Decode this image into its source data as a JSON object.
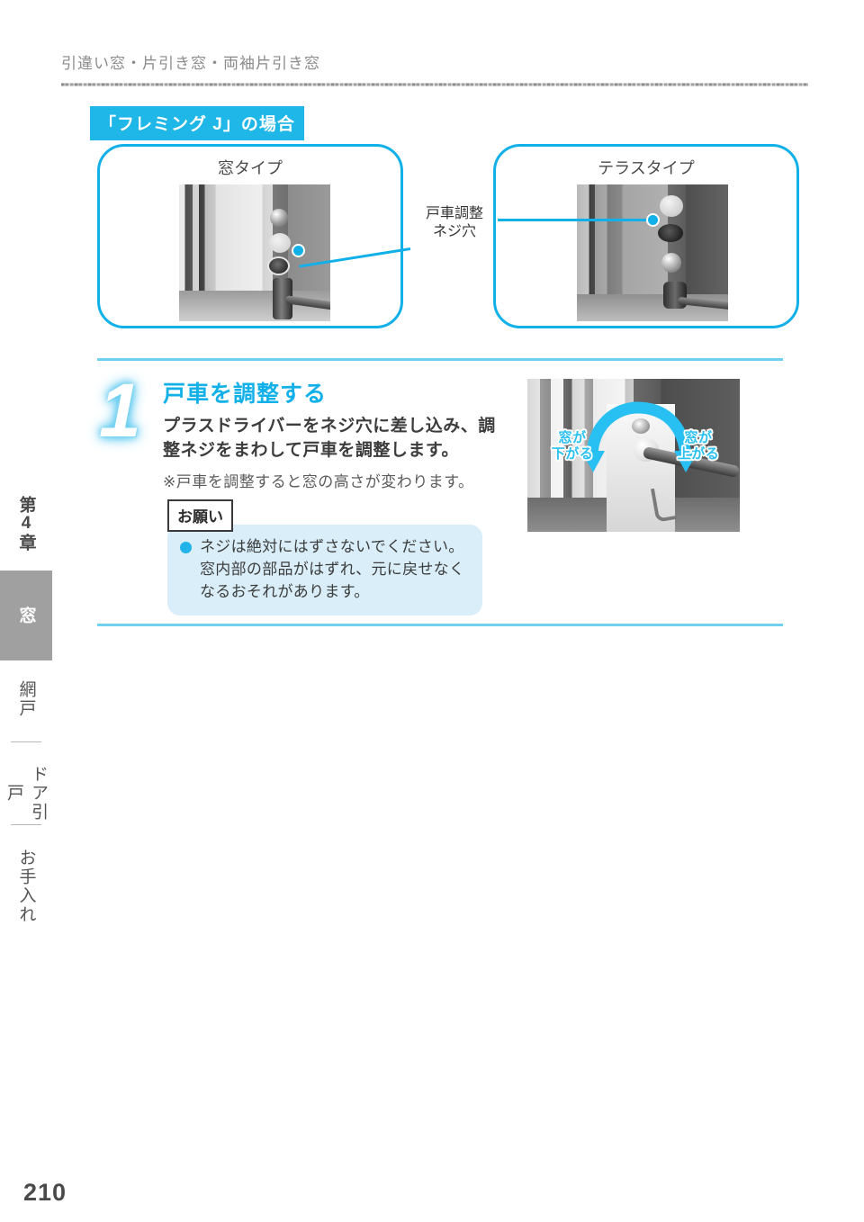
{
  "header": {
    "title": "引違い窓・片引き窓・両袖片引き窓"
  },
  "section": {
    "banner": "「フレミング J」の場合"
  },
  "type_boxes": [
    {
      "title": "窓タイプ"
    },
    {
      "title": "テラスタイプ"
    }
  ],
  "callout": {
    "line1": "戸車調整",
    "line2": "ネジ穴"
  },
  "step": {
    "number": "1",
    "title": "戸車を調整する",
    "body": "プラスドライバーをネジ穴に差し込み、調整ネジをまわして戸車を調整します。",
    "note": "※戸車を調整すると窓の高さが変わります。"
  },
  "caution": {
    "tag": "お願い",
    "items": [
      "ネジは絶対にはずさないでください。窓内部の部品がはずれ、元に戻せなくなるおそれがあります。"
    ]
  },
  "step_photo": {
    "label_down_line1": "窓が",
    "label_down_line2": "下がる",
    "label_up_line1": "窓が",
    "label_up_line2": "上がる"
  },
  "side_tabs": {
    "chapter": "第4章",
    "items": [
      {
        "label": "窓",
        "active": true
      },
      {
        "label": "網戸",
        "active": false
      },
      {
        "label": "ドア引戸",
        "active": false
      },
      {
        "label": "お手入れ",
        "active": false
      }
    ]
  },
  "footer": {
    "page_number": "210"
  },
  "colors": {
    "accent": "#12b0e8",
    "accent_light": "#6fd0f0",
    "caution_bg": "#d9eef9",
    "tab_active_bg": "#a0a0a0"
  }
}
